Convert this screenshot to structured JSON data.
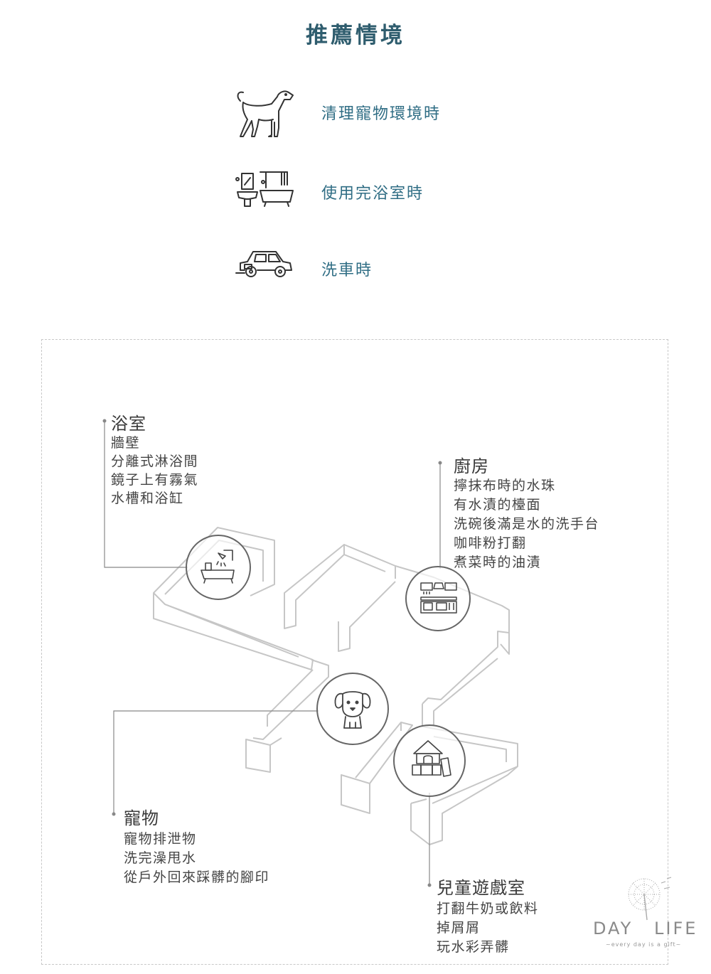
{
  "header": {
    "title": "推薦情境"
  },
  "scenarios": [
    {
      "icon": "dog-icon",
      "label": "清理寵物環境時"
    },
    {
      "icon": "bathroom-icon",
      "label": "使用完浴室時"
    },
    {
      "icon": "car-icon",
      "label": "洗車時"
    }
  ],
  "rooms": {
    "bathroom": {
      "title": "浴室",
      "items": [
        "牆壁",
        "分離式淋浴間",
        "鏡子上有霧氣",
        "水槽和浴缸"
      ]
    },
    "kitchen": {
      "title": "廚房",
      "items": [
        "擰抹布時的水珠",
        "有水漬的檯面",
        "洗碗後滿是水的洗手台",
        "咖啡粉打翻",
        "煮菜時的油漬"
      ]
    },
    "pet": {
      "title": "寵物",
      "items": [
        "寵物排泄物",
        "洗完澡甩水",
        "從戶外回來踩髒的腳印"
      ]
    },
    "kids": {
      "title": "兒童遊戲室",
      "items": [
        "打翻牛奶或飲料",
        "掉屑屑",
        "玩水彩弄髒"
      ]
    }
  },
  "logo": {
    "left": "DAY",
    "right": "LIFE",
    "tagline": "~every day is a gift~"
  },
  "colors": {
    "title": "#2f5d6e",
    "scenario_text": "#2f6d84",
    "line": "#888888"
  }
}
